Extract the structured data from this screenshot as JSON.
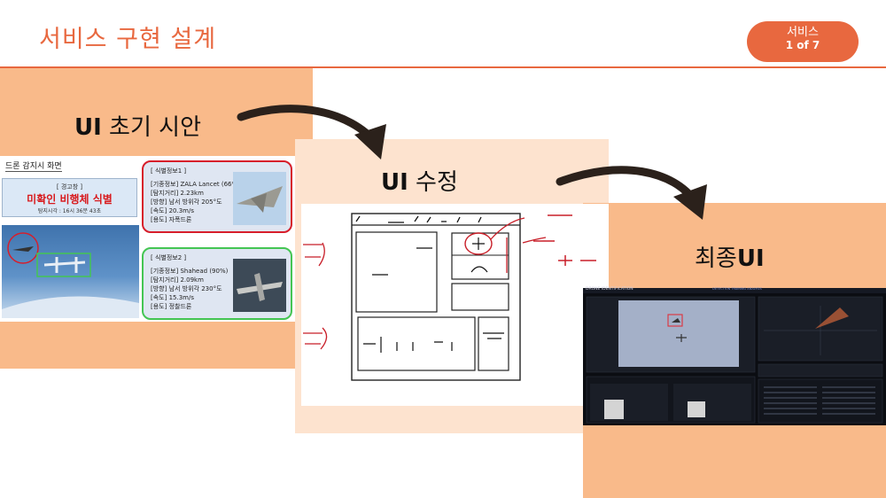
{
  "slide": {
    "title": "서비스 구현 설계",
    "badge_line1": "서비스",
    "badge_line2": "1 of 7"
  },
  "stages": [
    {
      "strong": "UI",
      "rest": " 초기 시안"
    },
    {
      "strong": "UI",
      "rest": " 수정"
    },
    {
      "prefix": "최종",
      "strong": "UI"
    }
  ],
  "initial_ui": {
    "caption": "드론 감지시 화면",
    "alert_label": "[ 경고창 ]",
    "alert_title": "미확인 비행체 식별",
    "alert_time": "탐지시각 : 16시 36분 43초",
    "cards": [
      {
        "header": "[ 식별정보1 ]",
        "lines": [
          "[기종정보] ZALA Lancet (66%)",
          "[탐지거리] 2.23km",
          "[방향] 남서 방위각 205°도",
          "[속도] 20.3m/s",
          "[용도] 자폭드론"
        ]
      },
      {
        "header": "[ 식별정보2 ]",
        "lines": [
          "[기종정보] Shahead (90%)",
          "[탐지거리] 2.09km",
          "[방향] 남서 방위각 230°도",
          "[속도] 15.3m/s",
          "[용도] 정찰드론"
        ]
      }
    ]
  },
  "final_ui": {
    "brand": "DRONE IDENTIFICATION",
    "nav": "DETECTION   TRAINING   ANALYSIS"
  },
  "colors": {
    "accent": "#e8683f",
    "panel_dark": "#f9ba8a",
    "panel_light": "#fde3cf",
    "alert_red": "#d71e2b",
    "alert_green": "#44c553"
  }
}
